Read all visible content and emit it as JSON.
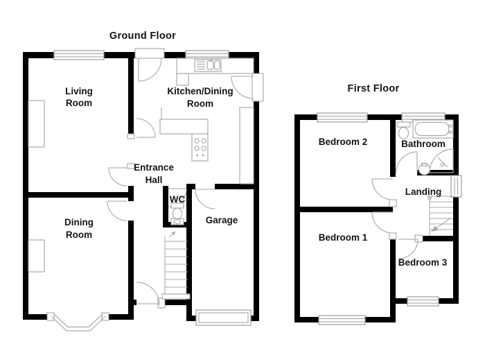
{
  "colors": {
    "background": "#ffffff",
    "wall": "#000000",
    "fixture_line": "#aaaaaa",
    "text": "#141414"
  },
  "ground_floor": {
    "title": "Ground Floor",
    "rooms": {
      "living_room": {
        "line1": "Living",
        "line2": "Room"
      },
      "kitchen_dining_room": {
        "line1": "Kitchen/Dining",
        "line2": "Room"
      },
      "entrance_hall": {
        "line1": "Entrance",
        "line2": "Hall"
      },
      "wc": {
        "label": "WC"
      },
      "dining_room": {
        "line1": "Dining",
        "line2": "Room"
      },
      "garage": {
        "label": "Garage"
      }
    },
    "features": [
      "front-door",
      "back-door",
      "side-door",
      "living-room-window",
      "kitchen-window",
      "bay-window",
      "garage-door",
      "kitchen-sink",
      "hob",
      "worktops",
      "toilet",
      "wash-basin",
      "staircase-up",
      "chimney-breast"
    ]
  },
  "first_floor": {
    "title": "First Floor",
    "rooms": {
      "bedroom_2": {
        "label": "Bedroom 2"
      },
      "bathroom": {
        "label": "Bathroom"
      },
      "landing": {
        "label": "Landing"
      },
      "bedroom_1": {
        "label": "Bedroom 1"
      },
      "bedroom_3": {
        "label": "Bedroom 3"
      }
    },
    "features": [
      "bedroom-2-window",
      "bathroom-window",
      "bedroom-1-window",
      "bedroom-3-window",
      "landing-window",
      "bath",
      "shower",
      "toilet",
      "wash-basin",
      "staircase-down"
    ]
  }
}
